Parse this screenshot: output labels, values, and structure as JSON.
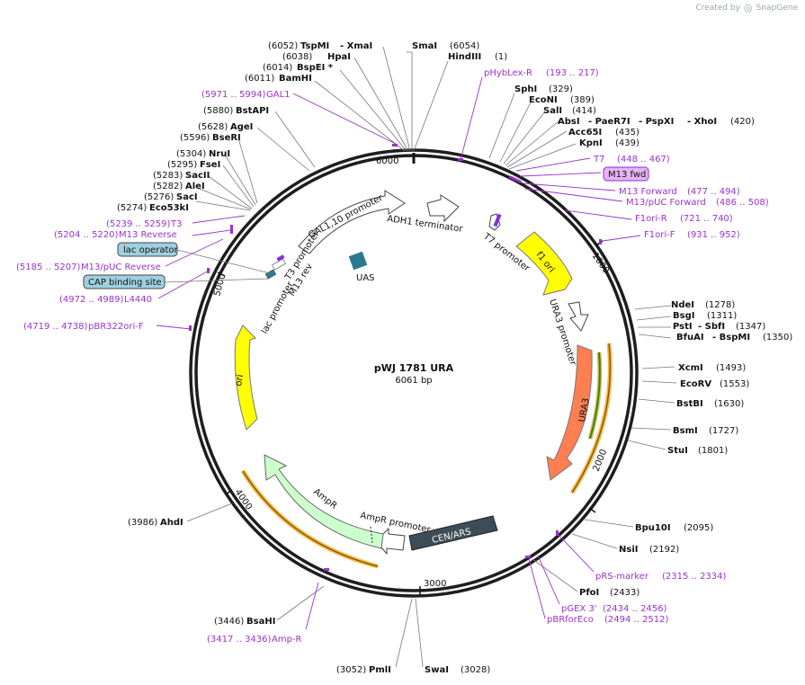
{
  "app": {
    "created_by": "Created by",
    "brand": "SnapGene"
  },
  "plasmid": {
    "name": "pWJ 1781 URA",
    "length_label": "6061 bp",
    "length": 6061
  },
  "tick_labels": [
    "1000",
    "2000",
    "3000",
    "4000",
    "5000",
    "6000"
  ],
  "enzymes": [
    {
      "name": "SmaI",
      "pos": "(6054)"
    },
    {
      "name": "HindIII",
      "pos": "(1)"
    },
    {
      "name": "TspMI",
      "pos": "(6052)"
    },
    {
      "name": "- XmaI",
      "pos": ""
    },
    {
      "name": "HpaI",
      "pos": "(6038)"
    },
    {
      "name": "BspEI *",
      "pos": "(6014)"
    },
    {
      "name": "BamHI",
      "pos": "(6011)"
    },
    {
      "name": "BstAPI",
      "pos": "(5880)"
    },
    {
      "name": "AgeI",
      "pos": "(5628)"
    },
    {
      "name": "BseRI",
      "pos": "(5596)"
    },
    {
      "name": "NruI",
      "pos": "(5304)"
    },
    {
      "name": "FseI",
      "pos": "(5295)"
    },
    {
      "name": "SacII",
      "pos": "(5283)"
    },
    {
      "name": "AleI",
      "pos": "(5282)"
    },
    {
      "name": "SacI",
      "pos": "(5276)"
    },
    {
      "name": "Eco53kI",
      "pos": "(5274)"
    },
    {
      "name": "SphI",
      "pos": "(329)"
    },
    {
      "name": "EcoNI",
      "pos": "(389)"
    },
    {
      "name": "SalI",
      "pos": "(414)"
    },
    {
      "name": "AbsI",
      "pos": ""
    },
    {
      "name": "- PaeR7I",
      "pos": ""
    },
    {
      "name": "- PspXI",
      "pos": ""
    },
    {
      "name": "- XhoI",
      "pos": "(420)"
    },
    {
      "name": "Acc65I",
      "pos": "(435)"
    },
    {
      "name": "KpnI",
      "pos": "(439)"
    },
    {
      "name": "NdeI",
      "pos": "(1278)"
    },
    {
      "name": "BsgI",
      "pos": "(1311)"
    },
    {
      "name": "PstI",
      "pos": ""
    },
    {
      "name": "- SbfI",
      "pos": "(1347)"
    },
    {
      "name": "BfuAI",
      "pos": ""
    },
    {
      "name": "- BspMI",
      "pos": "(1350)"
    },
    {
      "name": "XcmI",
      "pos": "(1493)"
    },
    {
      "name": "EcoRV",
      "pos": "(1553)"
    },
    {
      "name": "BstBI",
      "pos": "(1630)"
    },
    {
      "name": "BsmI",
      "pos": "(1727)"
    },
    {
      "name": "StuI",
      "pos": "(1801)"
    },
    {
      "name": "Bpu10I",
      "pos": "(2095)"
    },
    {
      "name": "NsiI",
      "pos": "(2192)"
    },
    {
      "name": "PfoI",
      "pos": "(2433)"
    },
    {
      "name": "SwaI",
      "pos": "(3028)"
    },
    {
      "name": "PmlI",
      "pos": "(3052)"
    },
    {
      "name": "BsaHI",
      "pos": "(3446)"
    },
    {
      "name": "AhdI",
      "pos": "(3986)"
    }
  ],
  "primers": [
    {
      "name": "pHybLex-R",
      "range": "(193 .. 217)"
    },
    {
      "name": "T7",
      "range": "(448 .. 467)"
    },
    {
      "name": "M13 Forward",
      "range": "(477 .. 494)"
    },
    {
      "name": "M13/pUC Forward",
      "range": "(486 .. 508)"
    },
    {
      "name": "F1ori-R",
      "range": "(721 .. 740)"
    },
    {
      "name": "F1ori-F",
      "range": "(931 .. 952)"
    },
    {
      "name": "GAL1",
      "range": "(5971 .. 5994)"
    },
    {
      "name": "T3",
      "range": "(5239 .. 5259)"
    },
    {
      "name": "M13 Reverse",
      "range": "(5204 .. 5220)"
    },
    {
      "name": "M13/pUC Reverse",
      "range": "(5185 .. 5207)"
    },
    {
      "name": "L4440",
      "range": "(4972 .. 4989)"
    },
    {
      "name": "pBR322ori-F",
      "range": "(4719 .. 4738)"
    },
    {
      "name": "pRS-marker",
      "range": "(2315 .. 2334)"
    },
    {
      "name": "pGEX 3'",
      "range": "(2434 .. 2456)"
    },
    {
      "name": "pBRforEco",
      "range": "(2494 .. 2512)"
    },
    {
      "name": "Amp-R",
      "range": "(3417 .. 3436)"
    }
  ],
  "boxed_labels": [
    "M13 fwd",
    "lac operator",
    "CAP binding site"
  ],
  "features": [
    "GAL1,10 promoter",
    "ADH1 terminator",
    "T7 promoter",
    "f1 ori",
    "URA3 promoter",
    "URA3",
    "CEN/ARS",
    "AmpR promoter",
    "AmpR",
    "ori",
    "lac promoter",
    "UAS",
    "T3 promoter",
    "M13 rev"
  ]
}
